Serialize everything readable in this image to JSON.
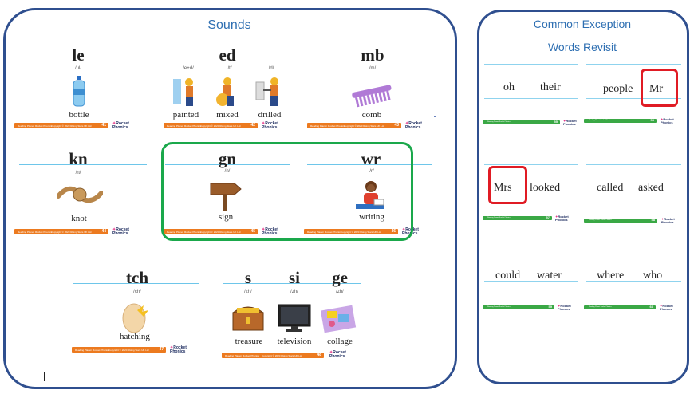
{
  "sounds": {
    "title": "Sounds",
    "cards": [
      {
        "id": "le",
        "grapheme": "le",
        "phoneme": "/ul/",
        "words": [
          "bottle"
        ],
        "page": "41"
      },
      {
        "id": "ed",
        "grapheme": "ed",
        "phoneme_list": [
          "/e+d/",
          "/t/",
          "/d/"
        ],
        "words": [
          "painted",
          "mixed",
          "drilled"
        ],
        "page": "42"
      },
      {
        "id": "mb",
        "grapheme": "mb",
        "phoneme": "/m/",
        "words": [
          "comb"
        ],
        "page": "43"
      },
      {
        "id": "kn",
        "grapheme": "kn",
        "phoneme": "/n/",
        "words": [
          "knot"
        ],
        "page": "44"
      },
      {
        "id": "gn",
        "grapheme": "gn",
        "phoneme": "/n/",
        "words": [
          "sign"
        ],
        "page": "45"
      },
      {
        "id": "wr",
        "grapheme": "wr",
        "phoneme": "/r/",
        "words": [
          "writing"
        ],
        "page": "46"
      },
      {
        "id": "tch",
        "grapheme": "tch",
        "phoneme": "/ch/",
        "words": [
          "hatching"
        ],
        "page": "47"
      },
      {
        "id": "s-si-ge",
        "grapheme_list": [
          "s",
          "si",
          "ge"
        ],
        "phoneme_list": [
          "/zh/",
          "/zh/",
          "/zh/"
        ],
        "words": [
          "treasure",
          "television",
          "collage"
        ],
        "page": "48"
      }
    ],
    "footer_left": "Reading Planet: Rocket Phonics",
    "footer_mid": "Copyright © 2020 Rising Stars UK Ltd",
    "logo_line1": "Rocket",
    "logo_line2": "Phonics"
  },
  "cew": {
    "title_line1": "Common Exception",
    "title_line2": "Words Revisit",
    "cards": [
      {
        "words": [
          "oh",
          "their"
        ],
        "page": "55"
      },
      {
        "words": [
          "people",
          "Mr"
        ],
        "page": "56"
      },
      {
        "words": [
          "Mrs",
          "looked"
        ],
        "page": "57"
      },
      {
        "words": [
          "called",
          "asked"
        ],
        "page": "58"
      },
      {
        "words": [
          "could",
          "water"
        ],
        "page": "59"
      },
      {
        "words": [
          "where",
          "who"
        ],
        "page": "60"
      }
    ],
    "footer_left": "Reading Planet: Rocket Phonics",
    "footer_mid": "Copyright © 2020 Rising Stars UK Ltd"
  },
  "colors": {
    "panel_border": "#2f4f8f",
    "title": "#2e6fb2",
    "orange_bar": "#ec7a1f",
    "green_bar": "#3aa845",
    "group_highlight": "#1aa84b",
    "red_highlight": "#e01b24"
  },
  "icons": [
    "bottle-icon",
    "worker-painting-icon",
    "worker-mixing-icon",
    "worker-drilling-icon",
    "comb-icon",
    "knot-icon",
    "signpost-icon",
    "child-writing-icon",
    "hatching-egg-icon",
    "treasure-chest-icon",
    "television-icon",
    "collage-icon"
  ]
}
